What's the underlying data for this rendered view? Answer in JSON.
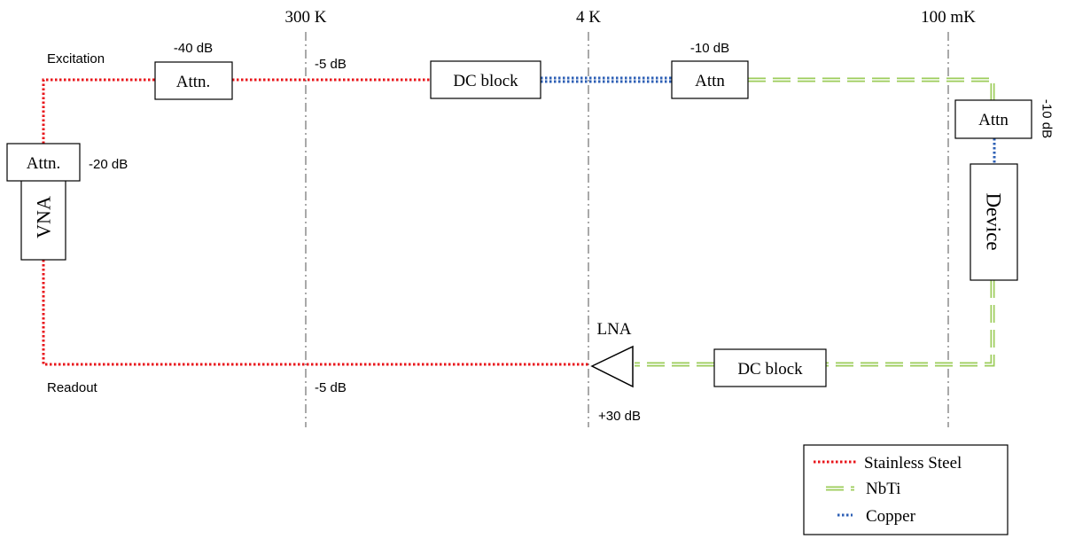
{
  "stages": {
    "room": "300 K",
    "four_k": "4 K",
    "mk": "100 mK"
  },
  "lines": {
    "excitation": "Excitation",
    "readout": "Readout"
  },
  "components": {
    "vna": "VNA",
    "vna_attn": "Attn.",
    "vna_attn_db": "-20 dB",
    "attn_40": "Attn.",
    "attn_40_db": "-40 dB",
    "excitation_ss_loss": "-5 dB",
    "dc_block_top": "DC block",
    "attn_10": "Attn",
    "attn_10_db": "-10 dB",
    "attn_mk": "Attn",
    "attn_mk_db": "-10 dB",
    "device": "Device",
    "dc_block_bottom": "DC block",
    "lna": "LNA",
    "lna_db": "+30 dB",
    "readout_ss_loss": "-5 dB"
  },
  "legend": {
    "items": [
      {
        "label": "Stainless Steel",
        "color": "#e8141a",
        "style": "dotted"
      },
      {
        "label": "NbTi",
        "color": "#9ccc5a",
        "style": "double-dashed"
      },
      {
        "label": "Copper",
        "color": "#2d5fb5",
        "style": "dotted"
      }
    ]
  }
}
